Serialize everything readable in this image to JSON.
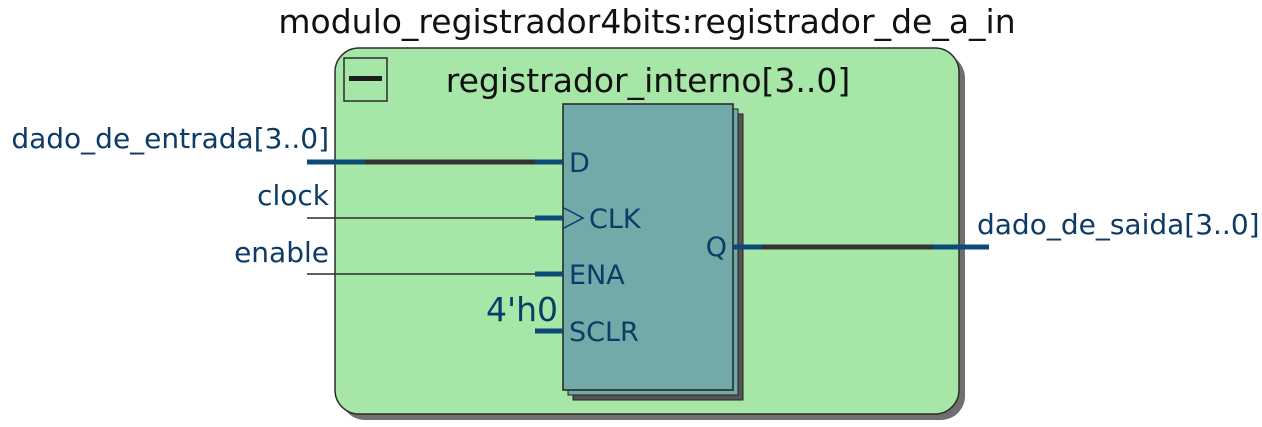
{
  "module": {
    "title": "modulo_registrador4bits:registrador_de_a_in",
    "instance_name": "registrador_interno[3..0]",
    "collapse_glyph": "minus-icon",
    "colors": {
      "module_fill": "#a6e6a6",
      "register_fill": "#72aaaa",
      "signal_text": "#0d3b66",
      "bus_wire": "#333333",
      "port_stub": "#0d4a78"
    }
  },
  "inputs": {
    "data_in": "dado_de_entrada[3..0]",
    "clock": "clock",
    "enable": "enable"
  },
  "outputs": {
    "data_out": "dado_de_saida[3..0]"
  },
  "register": {
    "port_d": "D",
    "port_clk": "CLK",
    "port_ena": "ENA",
    "port_sclr": "SCLR",
    "port_q": "Q",
    "sclr_constant": "4'h0"
  }
}
